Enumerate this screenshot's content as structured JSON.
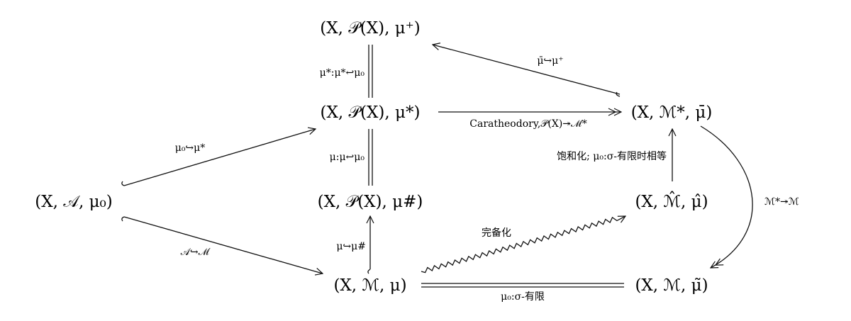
{
  "nodes": {
    "top": "(X, 𝒫(X), μ⁺)",
    "outer_star": "(X, 𝒫(X), μ*)",
    "left": "(X, 𝒜, μ₀)",
    "sharp": "(X, 𝒫(X), μ#)",
    "base": "(X, ℳ, μ)",
    "right_top": "(X, ℳ*, μ̄)",
    "hat": "(X, ℳ̂, μ̂)",
    "tilde": "(X, ℳ, μ̃)"
  },
  "edges": {
    "mu_star_eq": "μ*:μ*↩μ₀",
    "mu_bar_to_plus": "μ̄↪μ⁺",
    "caratheodory": "Caratheodory,𝒫(X)↠ℳ*",
    "mu0_to_star": "μ₀↪μ*",
    "mu_eq": "μ:μ↩μ₀",
    "saturation": "饱和化; μ₀:σ-有限时相等",
    "m_star_to_m": "ℳ*↠ℳ",
    "a_to_m": "𝒜↪ℳ",
    "completion": "完备化",
    "mu_to_sharp": "μ↪μ#",
    "sigma_finite": "μ₀:σ-有限"
  }
}
